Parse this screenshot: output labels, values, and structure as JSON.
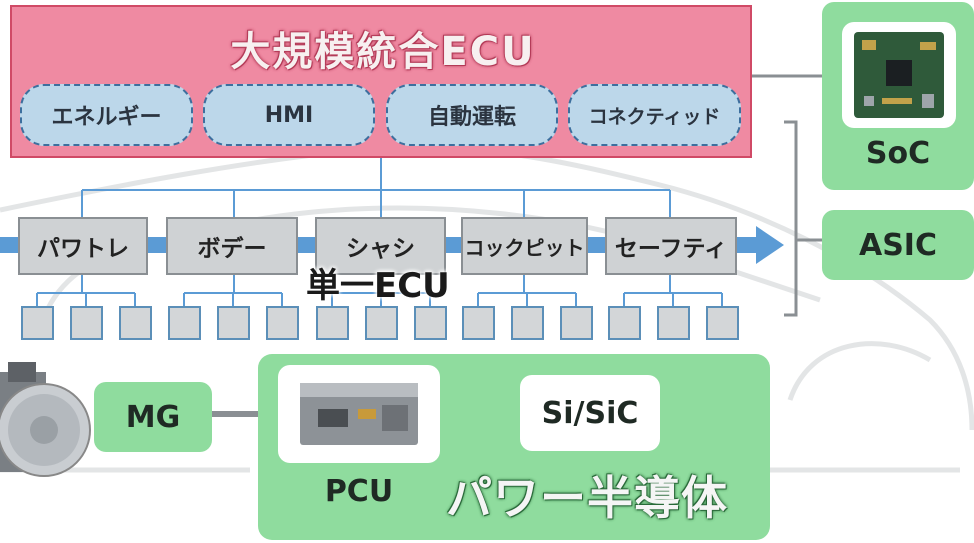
{
  "large_ecu": {
    "title": "大規模統合ECU",
    "domains": [
      "エネルギー",
      "HMI",
      "自動運転",
      "コネクティッド"
    ]
  },
  "soc": {
    "label": "SoC"
  },
  "asic": {
    "label": "ASIC"
  },
  "zones": [
    "パワトレ",
    "ボデー",
    "シャシ",
    "コックピット",
    "セーフティ"
  ],
  "single_ecu_label": "単一ECU",
  "mg": {
    "label": "MG"
  },
  "power": {
    "pcu_label": "PCU",
    "semiconductor_material": "Si/SiC",
    "title": "パワー半導体"
  },
  "colors": {
    "large_ecu_fill": "#ef8aa2",
    "domain_pill_fill": "#bcd7ea",
    "green_box": "#8fdc9e",
    "network_line": "#5b9bd5",
    "zone_box": "#cfd2d4"
  }
}
